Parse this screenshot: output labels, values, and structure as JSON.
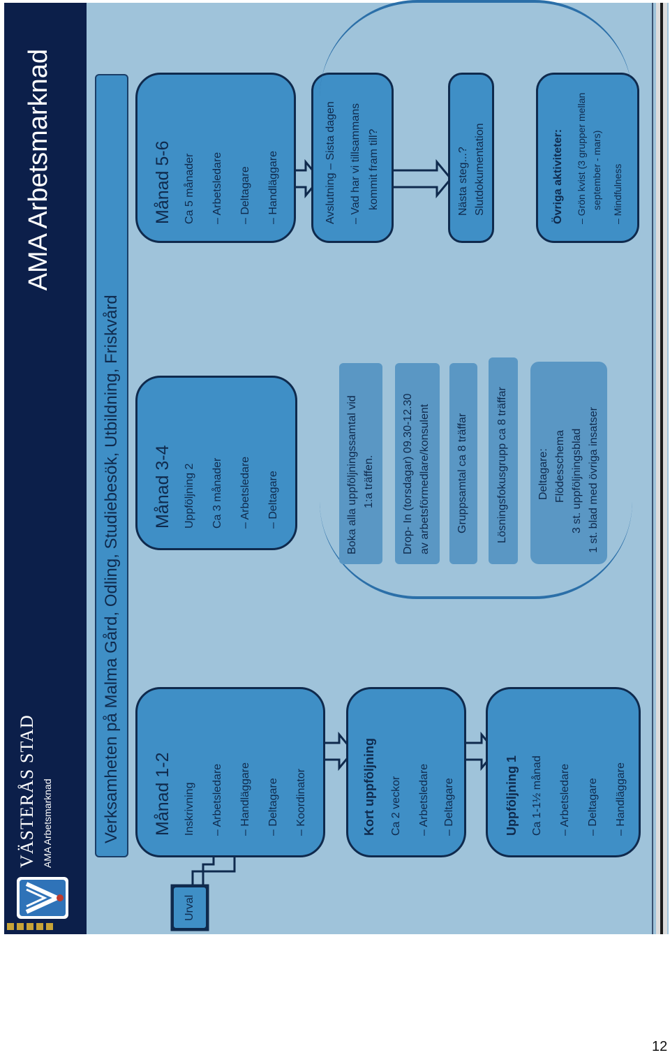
{
  "header": {
    "org_name": "VÄSTERÅS STAD",
    "org_sub": "AMA Arbetsmarknad",
    "title": "AMA Arbetsmarknad"
  },
  "banner": "Verksamheten på Malma Gård, Odling, Studiebesök, Utbildning, Friskvård",
  "start": "Urval",
  "boxes": {
    "m12": {
      "title": "Månad 1-2",
      "lines": [
        "Inskrivning",
        "– Arbetsledare",
        "– Handläggare",
        "– Deltagare",
        "– Koordinator"
      ]
    },
    "kort": {
      "title": "Kort uppföljning",
      "lines": [
        "Ca 2 veckor",
        "– Arbetsledare",
        "– Deltagare"
      ]
    },
    "upp1": {
      "title": "Uppföljning 1",
      "lines": [
        "Ca 1-1½ månad",
        "– Arbetsledare",
        "– Deltagare",
        "– Handläggare"
      ]
    },
    "m34": {
      "title": "Månad 3-4",
      "lines": [
        "Uppföljning 2",
        "Ca 3 månader",
        "– Arbetsledare",
        "– Deltagare"
      ]
    },
    "m56": {
      "title": "Månad 5-6",
      "lines": [
        "Ca 5 månader",
        "– Arbetsledare",
        "– Deltagare",
        "– Handläggare"
      ]
    },
    "avsl": {
      "lines": [
        "Avslutning – Sista dagen",
        "– Vad har vi tillsammans",
        "kommit fram till?"
      ]
    },
    "nasta": {
      "lines": [
        "Nästa steg...?",
        "Slutdokumentation"
      ]
    },
    "ovriga": {
      "lines": [
        "Övriga aktiviteter:",
        "– Grön kvist (3 grupper mellan",
        "september - mars)",
        "– Mindfulness"
      ]
    }
  },
  "activities": [
    {
      "lines": [
        "Boka alla uppföljningssamtal vid",
        "1:a träffen."
      ]
    },
    {
      "lines": [
        "Drop- In (torsdagar) 09.30-12.30",
        "av arbetsförmedlare/konsulent"
      ]
    },
    {
      "lines": [
        "Gruppsamtal ca 8 träffar"
      ]
    },
    {
      "lines": [
        "Lösningsfokusgrupp ca 8 träffar"
      ]
    },
    {
      "lines": [
        "Deltagare:",
        "Flödesschema",
        "3 st. uppföljningsblad",
        "1 st. blad med övriga insatser"
      ]
    }
  ],
  "page_number": "12",
  "colors": {
    "navy": "#0c1f4a",
    "box_fill": "#3f8fc6",
    "content_bg": "#9fc3da",
    "pill_fill": "#5a97c4",
    "text": "#0f2a4d"
  }
}
